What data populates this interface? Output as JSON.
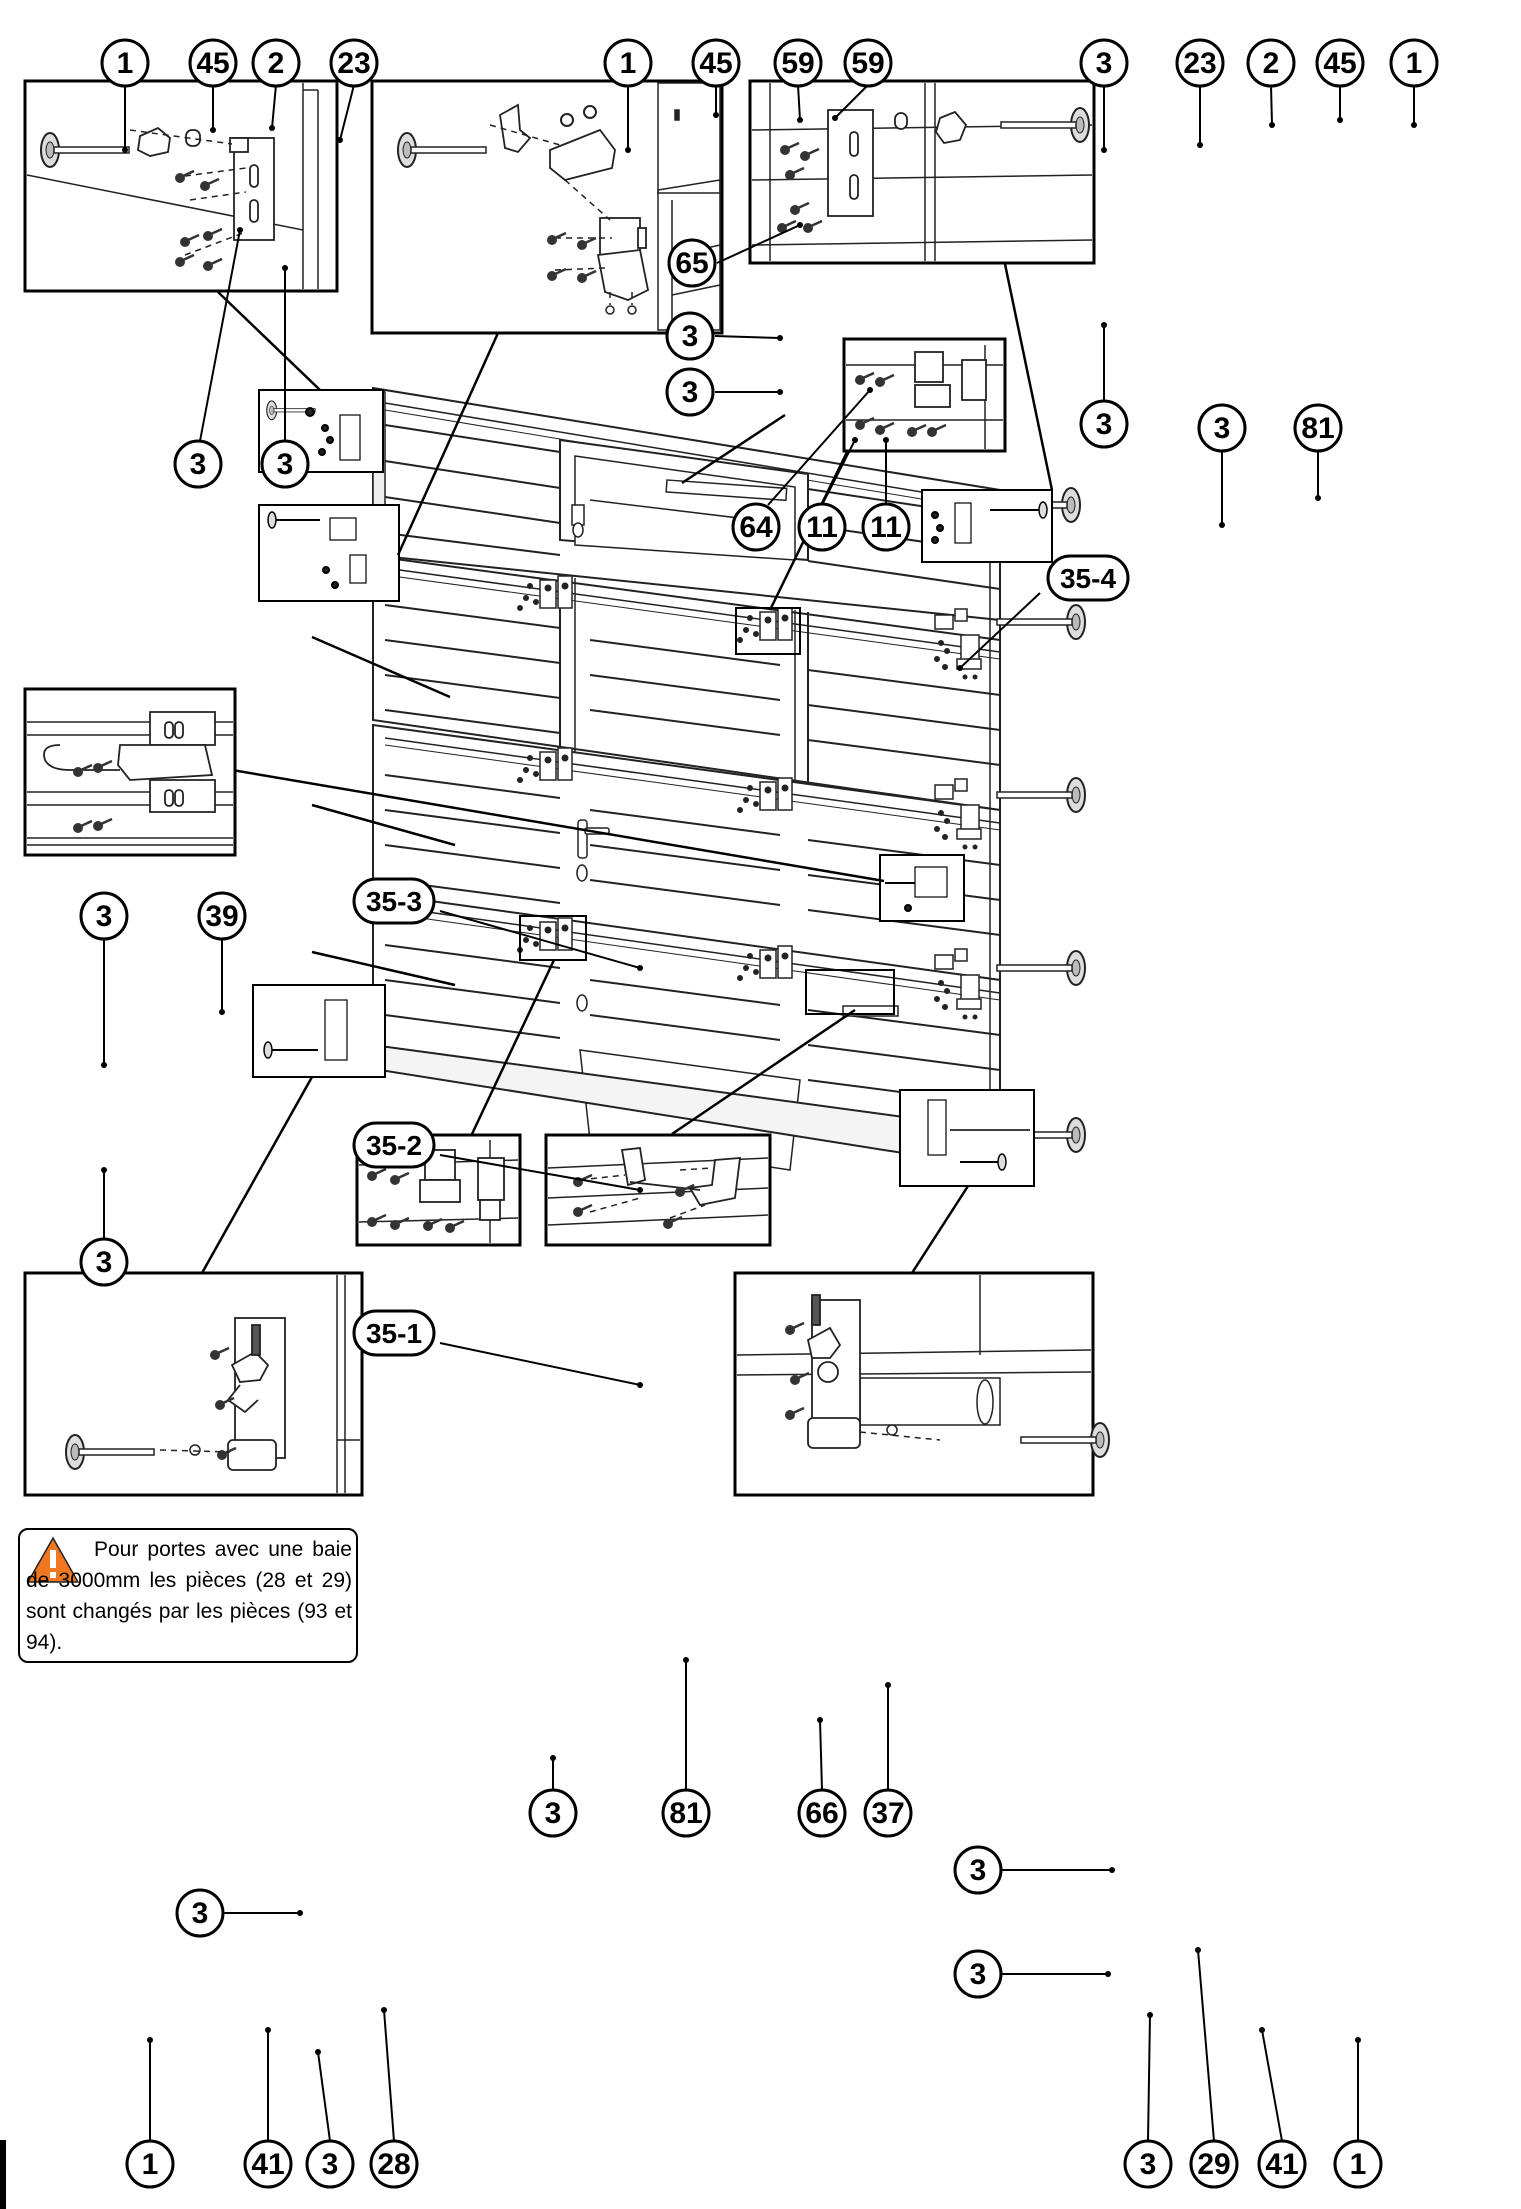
{
  "callouts": [
    {
      "id": "c1",
      "label": "1"
    },
    {
      "id": "c2",
      "label": "45"
    },
    {
      "id": "c3",
      "label": "2"
    },
    {
      "id": "c4",
      "label": "23"
    },
    {
      "id": "c5",
      "label": "3"
    },
    {
      "id": "c6",
      "label": "3"
    },
    {
      "id": "c7",
      "label": "1"
    },
    {
      "id": "c8",
      "label": "45"
    },
    {
      "id": "c9",
      "label": "59"
    },
    {
      "id": "c10",
      "label": "59"
    },
    {
      "id": "c11",
      "label": "65"
    },
    {
      "id": "c12",
      "label": "3"
    },
    {
      "id": "c13",
      "label": "3"
    },
    {
      "id": "c14",
      "label": "64"
    },
    {
      "id": "c15",
      "label": "11"
    },
    {
      "id": "c16",
      "label": "11"
    },
    {
      "id": "c17",
      "label": "3"
    },
    {
      "id": "c18",
      "label": "23"
    },
    {
      "id": "c19",
      "label": "2"
    },
    {
      "id": "c20",
      "label": "45"
    },
    {
      "id": "c21",
      "label": "1"
    },
    {
      "id": "c22",
      "label": "3"
    },
    {
      "id": "c23",
      "label": "3"
    },
    {
      "id": "c24",
      "label": "81"
    },
    {
      "id": "c25",
      "label": "35-4"
    },
    {
      "id": "c26",
      "label": "35-3"
    },
    {
      "id": "c27",
      "label": "35-2"
    },
    {
      "id": "c28",
      "label": "35-1"
    },
    {
      "id": "c29",
      "label": "3"
    },
    {
      "id": "c30",
      "label": "39"
    },
    {
      "id": "c31",
      "label": "3"
    },
    {
      "id": "c32",
      "label": "3"
    },
    {
      "id": "c33",
      "label": "81"
    },
    {
      "id": "c34",
      "label": "66"
    },
    {
      "id": "c35",
      "label": "37"
    },
    {
      "id": "c36",
      "label": "3"
    },
    {
      "id": "c37",
      "label": "1"
    },
    {
      "id": "c38",
      "label": "41"
    },
    {
      "id": "c39",
      "label": "3"
    },
    {
      "id": "c40",
      "label": "28"
    },
    {
      "id": "c41",
      "label": "3"
    },
    {
      "id": "c42",
      "label": "3"
    },
    {
      "id": "c43",
      "label": "3"
    },
    {
      "id": "c44",
      "label": "29"
    },
    {
      "id": "c45",
      "label": "41"
    },
    {
      "id": "c46",
      "label": "1"
    }
  ],
  "note": {
    "text": "Pour portes avec une baie de 3000mm les pièces (28 et 29) sont changés par les pièces (93 et 94).",
    "icon": "warning-triangle-icon",
    "icon_color": "#f07820"
  }
}
